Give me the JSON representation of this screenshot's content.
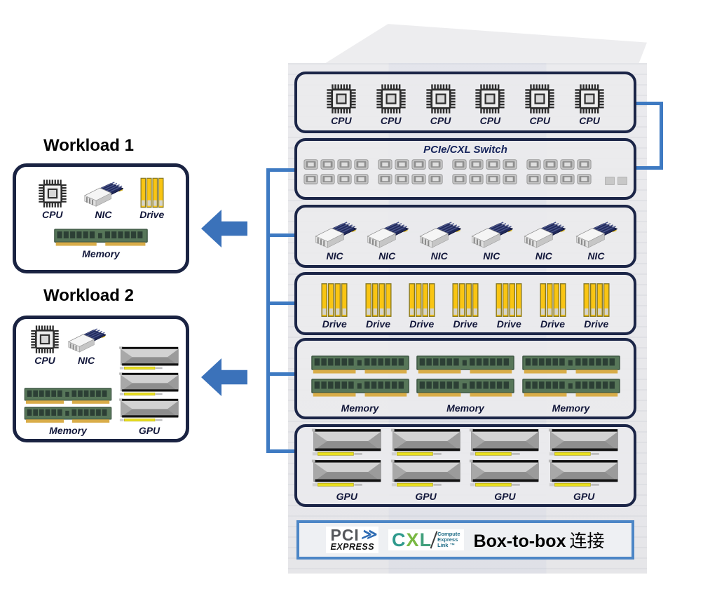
{
  "workload1": {
    "title": "Workload 1",
    "components": [
      "CPU",
      "NIC",
      "Drive",
      "Memory"
    ]
  },
  "workload2": {
    "title": "Workload 2",
    "components": [
      "CPU",
      "NIC",
      "Memory",
      "GPU"
    ]
  },
  "labels": {
    "cpu": "CPU",
    "nic": "NIC",
    "drive": "Drive",
    "memory": "Memory",
    "gpu": "GPU"
  },
  "rack": {
    "cpu_row": {
      "count": 6
    },
    "switch": {
      "title": "PCIe/CXL Switch",
      "port_rows": [
        [
          4,
          4,
          4,
          4
        ],
        [
          4,
          4,
          4,
          4
        ]
      ],
      "extra_small_ports": 2
    },
    "nic_row": {
      "count": 6
    },
    "drive_row": {
      "count": 7
    },
    "memory_row": {
      "groups": 3,
      "dimms_per_group": 2
    },
    "gpu_row": {
      "groups": 4,
      "gpus_per_group": 2
    }
  },
  "footer": {
    "pci_word": "PCI",
    "pci_arrows": "≫",
    "pci_express": "EXPRESS",
    "cxl_letters": [
      "C",
      "X",
      "L"
    ],
    "cxl_sub": [
      "Compute",
      "Express",
      "Link ™"
    ],
    "box_to_box": "Box-to-box",
    "chinese": "连接"
  },
  "colors": {
    "accent_blue": "#3b72ba",
    "line_blue": "#3e7ac2",
    "border_navy": "#1b2547",
    "footer_border_blue": "#4c86c6",
    "drive_yellow": "#f9c513",
    "memory_green": "#577659",
    "gold": "#d9ad49"
  }
}
